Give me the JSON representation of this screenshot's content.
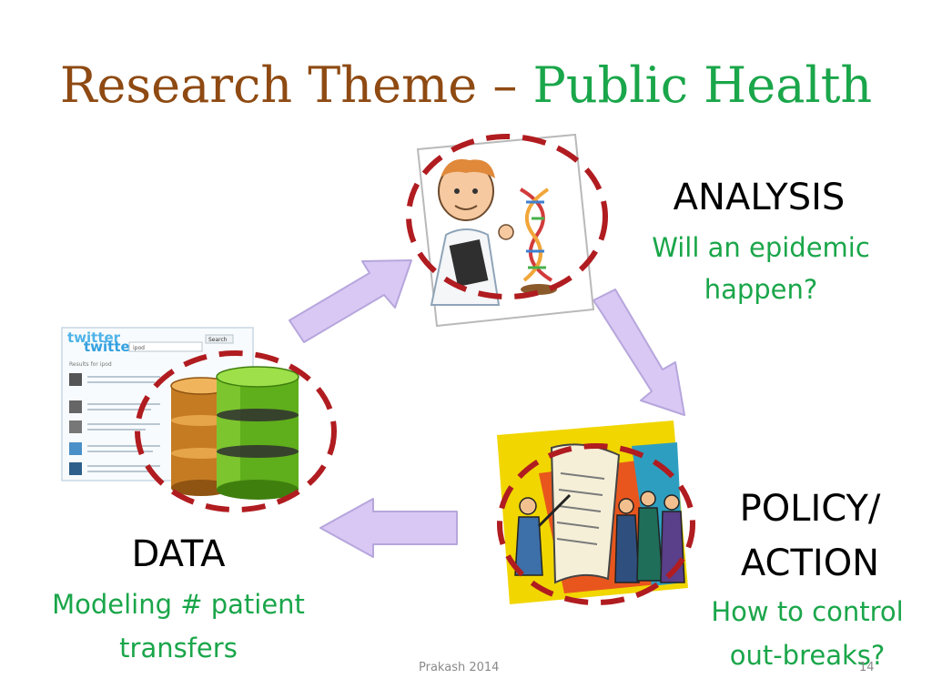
{
  "title": {
    "part1": "Research Theme – ",
    "part2": "Public Health"
  },
  "analysis": {
    "heading": "ANALYSIS",
    "line1": "Will an epidemic",
    "line2": "happen?"
  },
  "policy": {
    "heading1": "POLICY/",
    "heading2": "ACTION",
    "line1": "How to control",
    "line2": "out-breaks?"
  },
  "data_block": {
    "heading": "DATA",
    "line1": "Modeling # patient",
    "line2": "transfers"
  },
  "twitter": {
    "logo": "twitter",
    "search_button": "Search",
    "query": "ipod",
    "results_label": "Results for ipod"
  },
  "footer": {
    "author": "Prakash 2014",
    "page": "14"
  },
  "colors": {
    "title_brown": "#8e4a12",
    "accent_green": "#1aa64a",
    "dash_red": "#b01c20",
    "arrow_fill": "#d9c8f4",
    "arrow_stroke": "#b6a6dc"
  },
  "icons": [
    "scientist-with-dna-clipart",
    "database-cylinders-icon",
    "twitter-screenshot",
    "people-with-scroll-clipart",
    "curved-arrow"
  ]
}
